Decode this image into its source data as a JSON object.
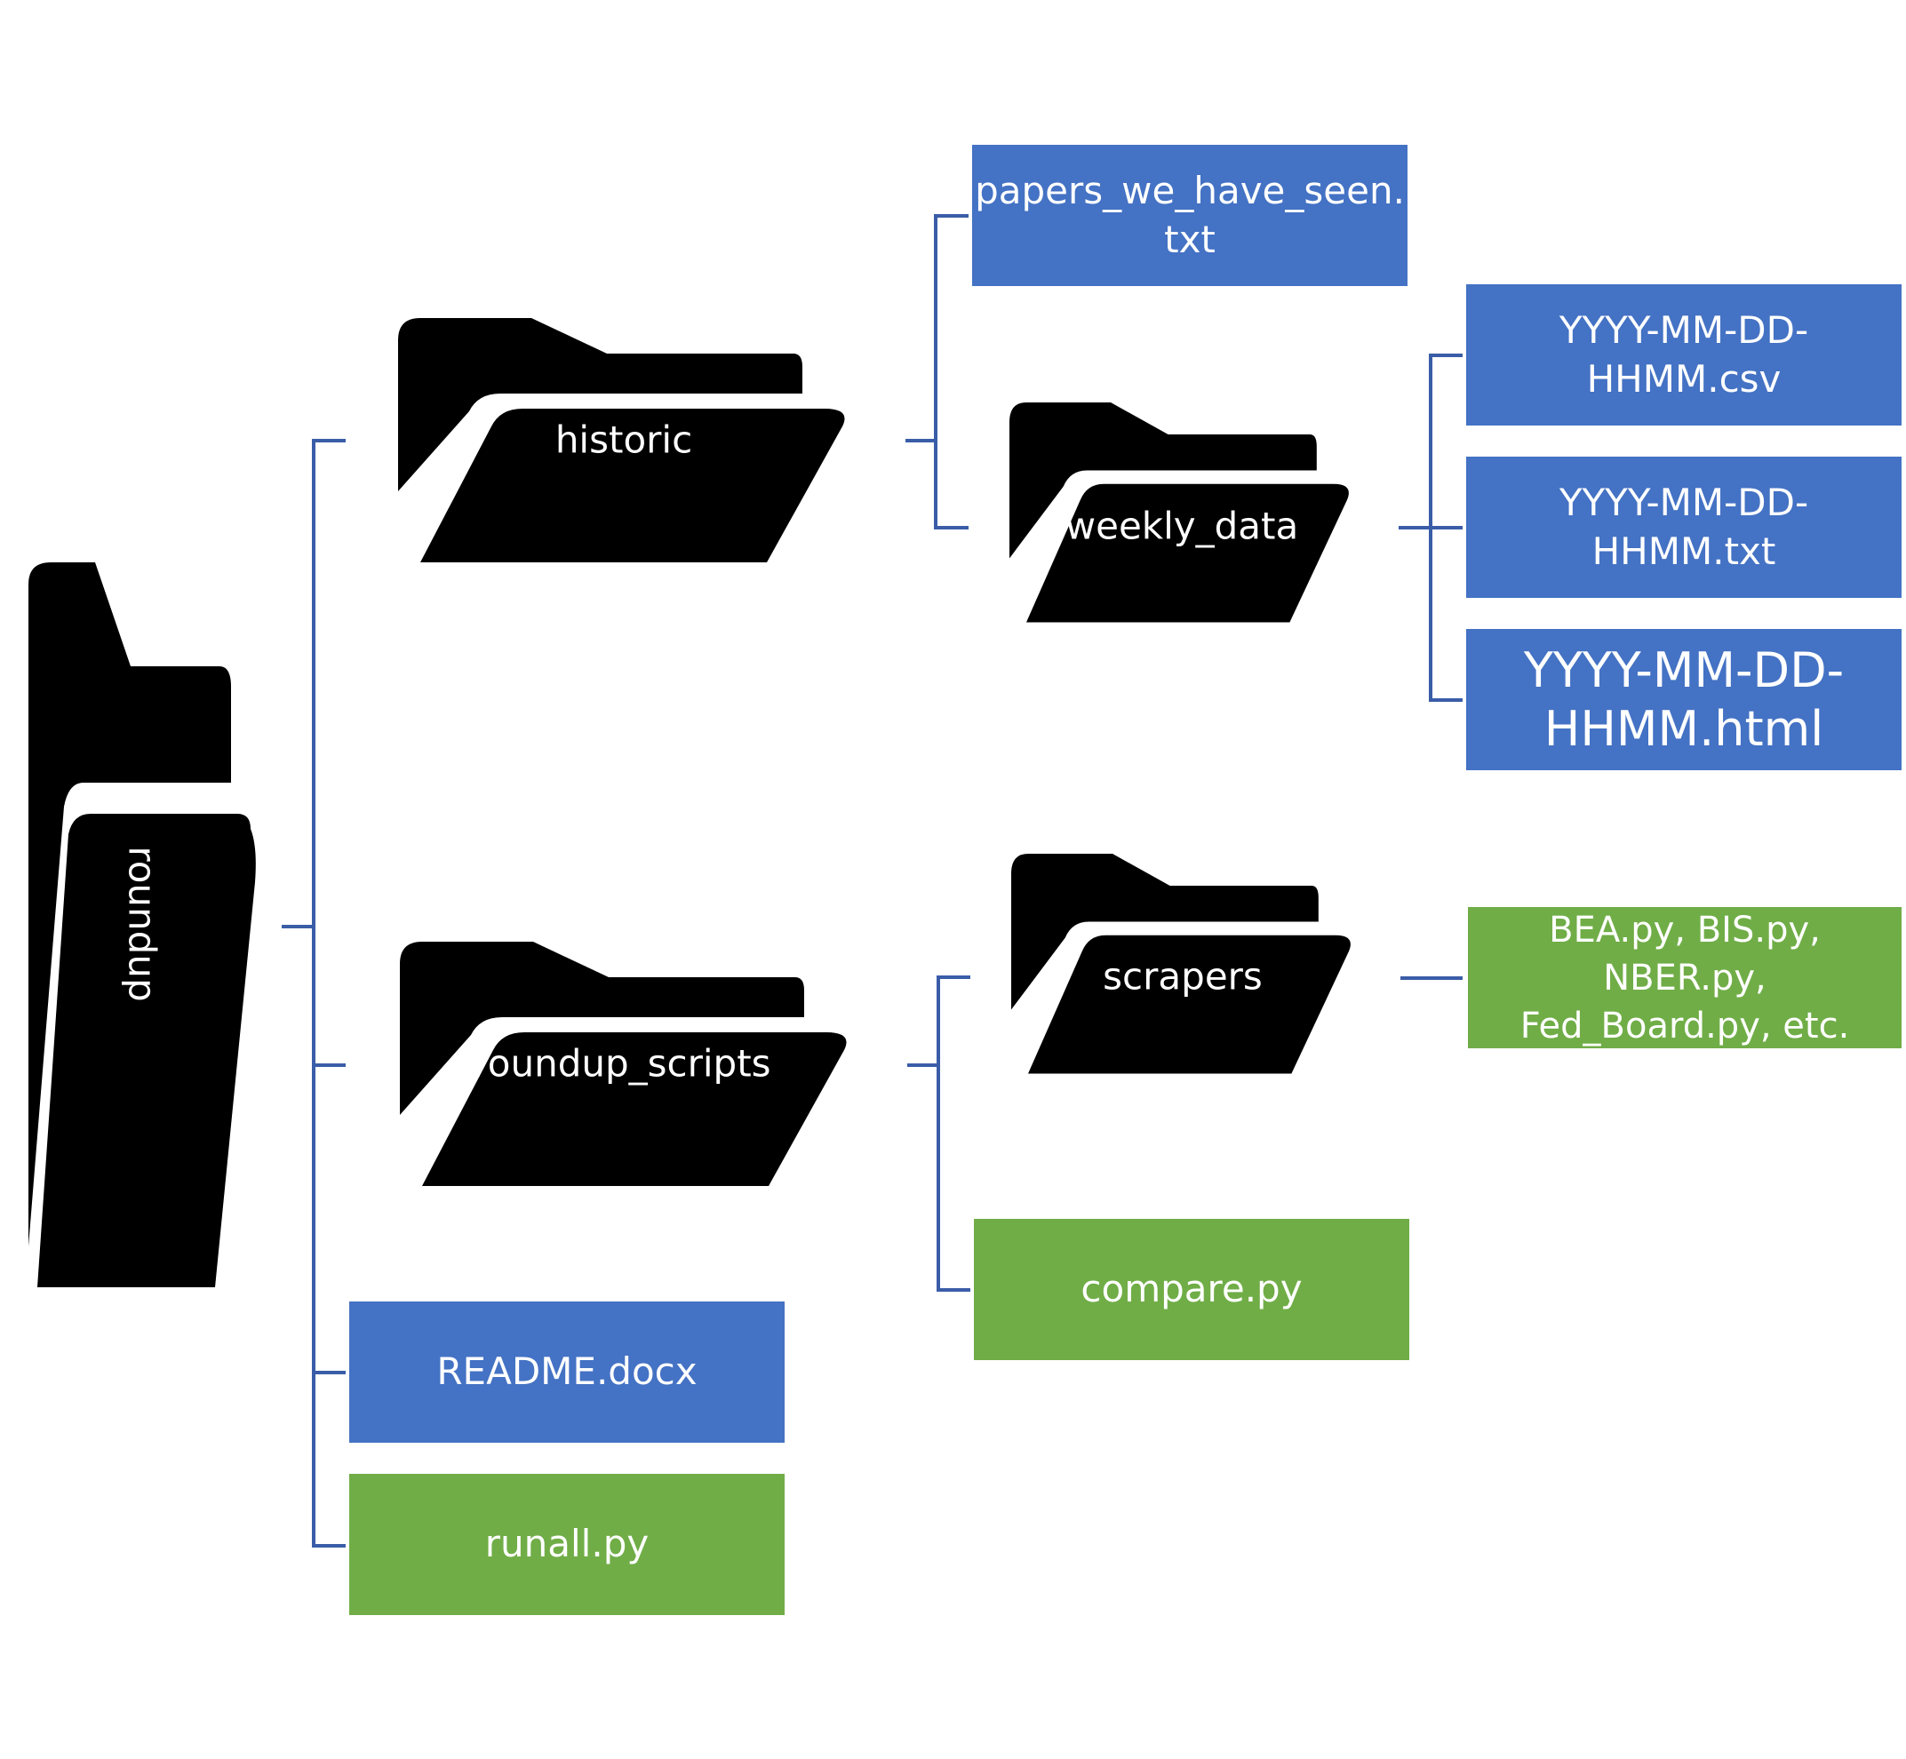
{
  "colors": {
    "blue_file": "#4472c4",
    "green_file": "#70ad47",
    "connector": "#3a5da8",
    "folder": "#000000",
    "label": "#ffffff"
  },
  "folders": {
    "roundup": "roundup",
    "historic": "historic",
    "weekly_data": "weekly_data",
    "roundup_scripts": "roundup_scripts",
    "scrapers": "scrapers"
  },
  "files": {
    "papers_seen": "papers_we_have_seen.\ntxt",
    "weekly_csv": "YYYY-MM-DD-\nHHMM.csv",
    "weekly_txt": "YYYY-MM-DD-\nHHMM.txt",
    "weekly_html": "YYYY-MM-DD-\nHHMM.html",
    "scraper_files": "BEA.py, BIS.py,\nNBER.py,\nFed_Board.py, etc.",
    "compare": "compare.py",
    "readme": "README.docx",
    "runall": "runall.py"
  },
  "icons": {
    "folder": "folder-icon"
  }
}
